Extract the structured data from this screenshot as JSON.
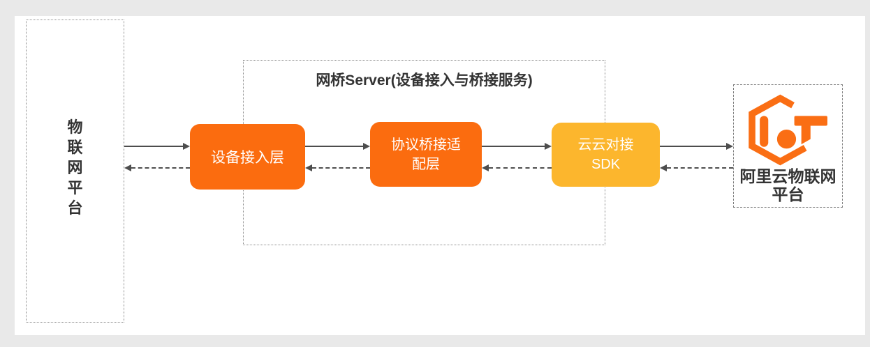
{
  "diagram": {
    "left_platform": {
      "name": "物联网平台",
      "chars": [
        "物",
        "联",
        "网",
        "平",
        "台"
      ]
    },
    "bridge_server": {
      "title": "网桥Server(设备接入与桥接服务)",
      "nodes": {
        "device_access": {
          "line1": "设备接入层"
        },
        "protocol_adapter": {
          "line1": "协议桥接适",
          "line2": "配层"
        },
        "cloud_sdk": {
          "line1": "云云对接",
          "line2": "SDK"
        }
      }
    },
    "aliyun_platform": {
      "logo_icon": "aliyun-iot-logo",
      "line1": "阿里云物联网",
      "line2": "平台"
    },
    "colors": {
      "node_orange": "#FB6C0F",
      "node_amber": "#FCB62D",
      "logo_orange": "#FA6E14",
      "arrow": "#4D4D4D",
      "text_dark": "#333333",
      "background": "#E9E9E9",
      "panel": "#FFFFFF",
      "dotted_border": "#8C8C8C",
      "dashed_border": "#7D7D7D"
    }
  }
}
